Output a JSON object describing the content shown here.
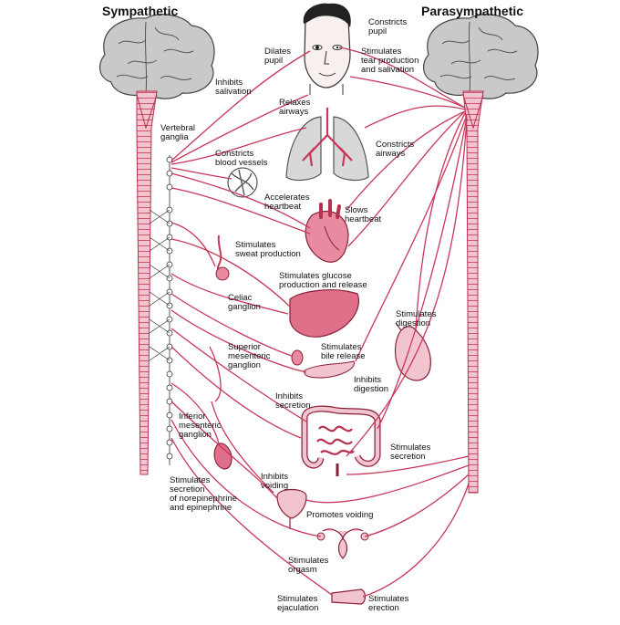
{
  "titles": {
    "sympathetic": "Sympathetic",
    "parasympathetic": "Parasympathetic"
  },
  "labels": {
    "constricts_pupil": "Constricts\npupil",
    "dilates_pupil": "Dilates\npupil",
    "stimulates_tear": "Stimulates\ntear production\nand salivation",
    "inhibits_salivation": "Inhibits\nsalivation",
    "relaxes_airways": "Relaxes\nairways",
    "vertebral_ganglia": "Vertebral\nganglia",
    "constricts_blood_vessels": "Constricts\nblood vessels",
    "constricts_airways": "Constricts\nairways",
    "accelerates_heartbeat": "Accelerates\nheartbeat",
    "slows_heartbeat": "Slows\nheartbeat",
    "stimulates_sweat": "Stimulates\nsweat production",
    "stimulates_glucose": "Stimulates glucose\nproduction and release",
    "celiac_ganglion": "Celiac\nganglion",
    "stimulates_digestion": "Stimulates\ndigestion",
    "superior_mesenteric": "Superior\nmesenteric\nganglion",
    "stimulates_bile": "Stimulates\nbile release",
    "inhibits_digestion": "Inhibits\ndigestion",
    "inhibits_secretion": "Inhibits\nsecretion",
    "inferior_mesenteric": "Inferior\nmesenteric\nganglion",
    "stimulates_secretion": "Stimulates\nsecretion",
    "stimulates_norepinephrine": "Stimulates\nsecretion\nof norepinephrine\nand epinephrine",
    "inhibits_voiding": "Inhibits\nvoiding",
    "promotes_voiding": "Promotes voiding",
    "stimulates_orgasm": "Stimulates\norgasm",
    "stimulates_ejaculation": "Stimulates\nejaculation",
    "stimulates_erection": "Stimulates\nerection"
  },
  "colors": {
    "nerve": "#c8375a",
    "organ_fill": "#e88aa0",
    "organ_dark": "#b8304f",
    "cord_fill": "#f2c4cf",
    "brain_fill": "#c9c9c9"
  }
}
